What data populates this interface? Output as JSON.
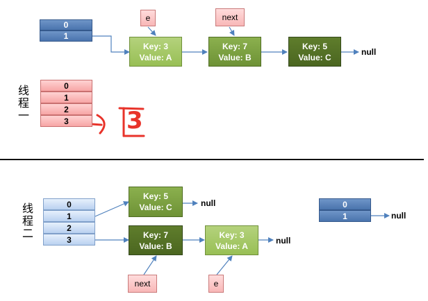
{
  "null_text": "null",
  "thread1": {
    "label": "线程一",
    "old_table": [
      "0",
      "1"
    ],
    "new_table": [
      "0",
      "1",
      "2",
      "3"
    ],
    "nodes": [
      {
        "key": "Key: 3",
        "value": "Value: A"
      },
      {
        "key": "Key: 7",
        "value": "Value: B"
      },
      {
        "key": "Key: 5",
        "value": "Value: C"
      }
    ],
    "pointers": {
      "e": "e",
      "next": "next"
    },
    "annotation": "3"
  },
  "thread2": {
    "label": "线程二",
    "new_table": [
      "0",
      "1",
      "2",
      "3"
    ],
    "old_table": [
      "0",
      "1"
    ],
    "nodes": [
      {
        "key": "Key: 5",
        "value": "Value: C"
      },
      {
        "key": "Key: 7",
        "value": "Value: B"
      },
      {
        "key": "Key: 3",
        "value": "Value: A"
      }
    ],
    "pointers": {
      "next": "next",
      "e": "e"
    }
  },
  "colors": {
    "blue_cell": "#4a74ad",
    "pink_cell": "#f7a5a5",
    "light_blue_cell": "#b9d1f0",
    "node_light": "#98bf55",
    "node_mid": "#6e9236",
    "node_dark": "#4b6620",
    "arrow": "#4f81bd",
    "annotation": "#e8332a"
  }
}
